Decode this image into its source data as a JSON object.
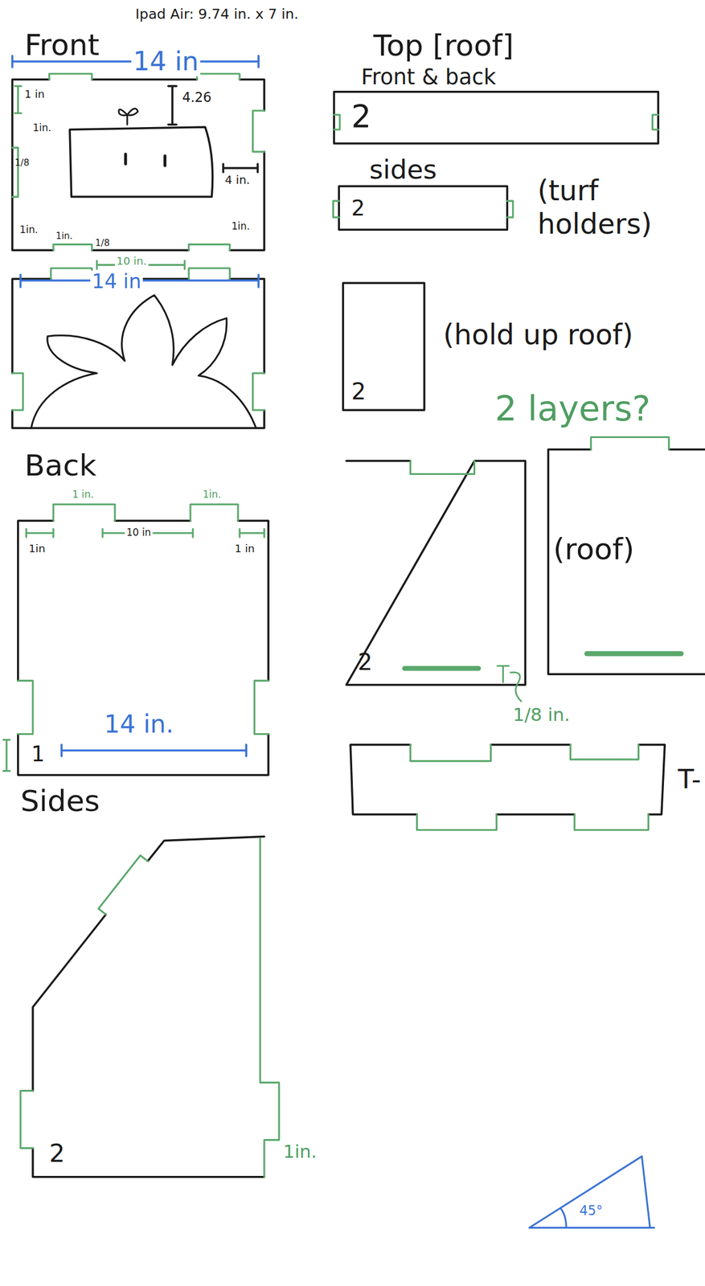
{
  "diagram": {
    "nodes": [
      {
        "text": [
          "Front"
        ]
      },
      {
        "text": [
          "Back",
          "1"
        ]
      },
      {
        "text": [
          "Sides",
          "2"
        ]
      },
      {
        "text": [
          "Front & back",
          "2"
        ]
      },
      {
        "text": [
          "sides",
          "2"
        ]
      },
      {
        "text": [
          "2"
        ]
      },
      {
        "text": [
          "2"
        ]
      },
      {
        "text": [
          "(roof)"
        ]
      }
    ],
    "labels": [
      "Ipad Air: 9.74 in. x 7 in.",
      "14 in",
      "1 in",
      "4.26",
      "1in.",
      "1/8",
      "4 in.",
      "1in.",
      "1in.",
      "1/8",
      "1in.",
      "10 in.",
      "14 in",
      "1 in.",
      "1in.",
      "1in",
      "10 in",
      "1 in",
      "14 in.",
      "Top [roof]",
      "(turf holders)",
      "(hold up roof)",
      "2 layers?",
      "1/8 in.",
      "T-",
      "45°",
      "1in."
    ]
  }
}
